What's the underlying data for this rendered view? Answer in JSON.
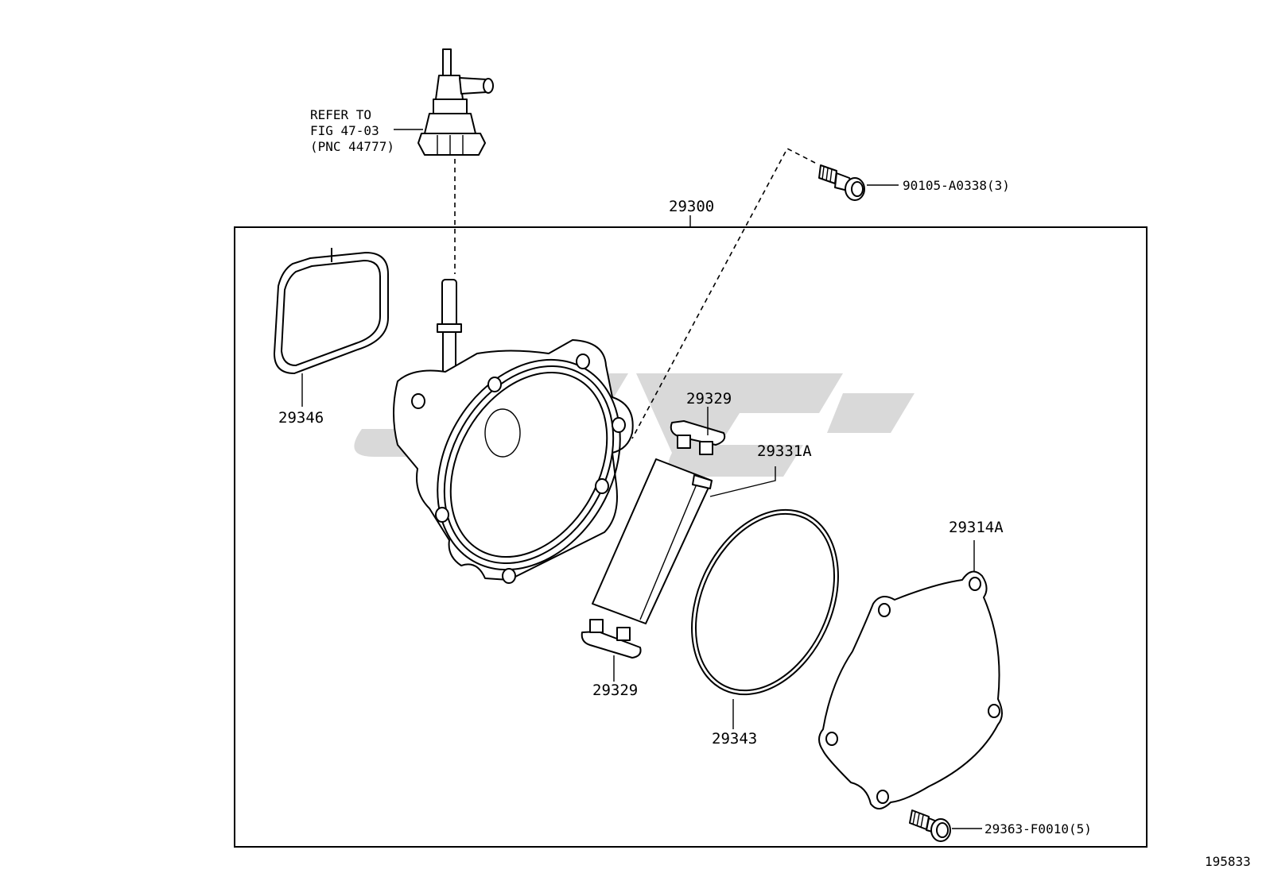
{
  "callouts": {
    "refer_line1": "REFER TO",
    "refer_line2": "FIG 47-03",
    "refer_line3": "(PNC 44777)",
    "assembly": "29300",
    "bolt_top": "90105-A0338(3)",
    "gasket_left": "29346",
    "vane_top": "29329",
    "rotor": "29331A",
    "cover": "29314A",
    "vane_bottom": "29329",
    "oring": "29343",
    "bolt_bottom": "29363-F0010(5)"
  },
  "figure_number": "195833",
  "colors": {
    "line": "#000000",
    "background": "#ffffff",
    "watermark": "#d9d9d9"
  }
}
